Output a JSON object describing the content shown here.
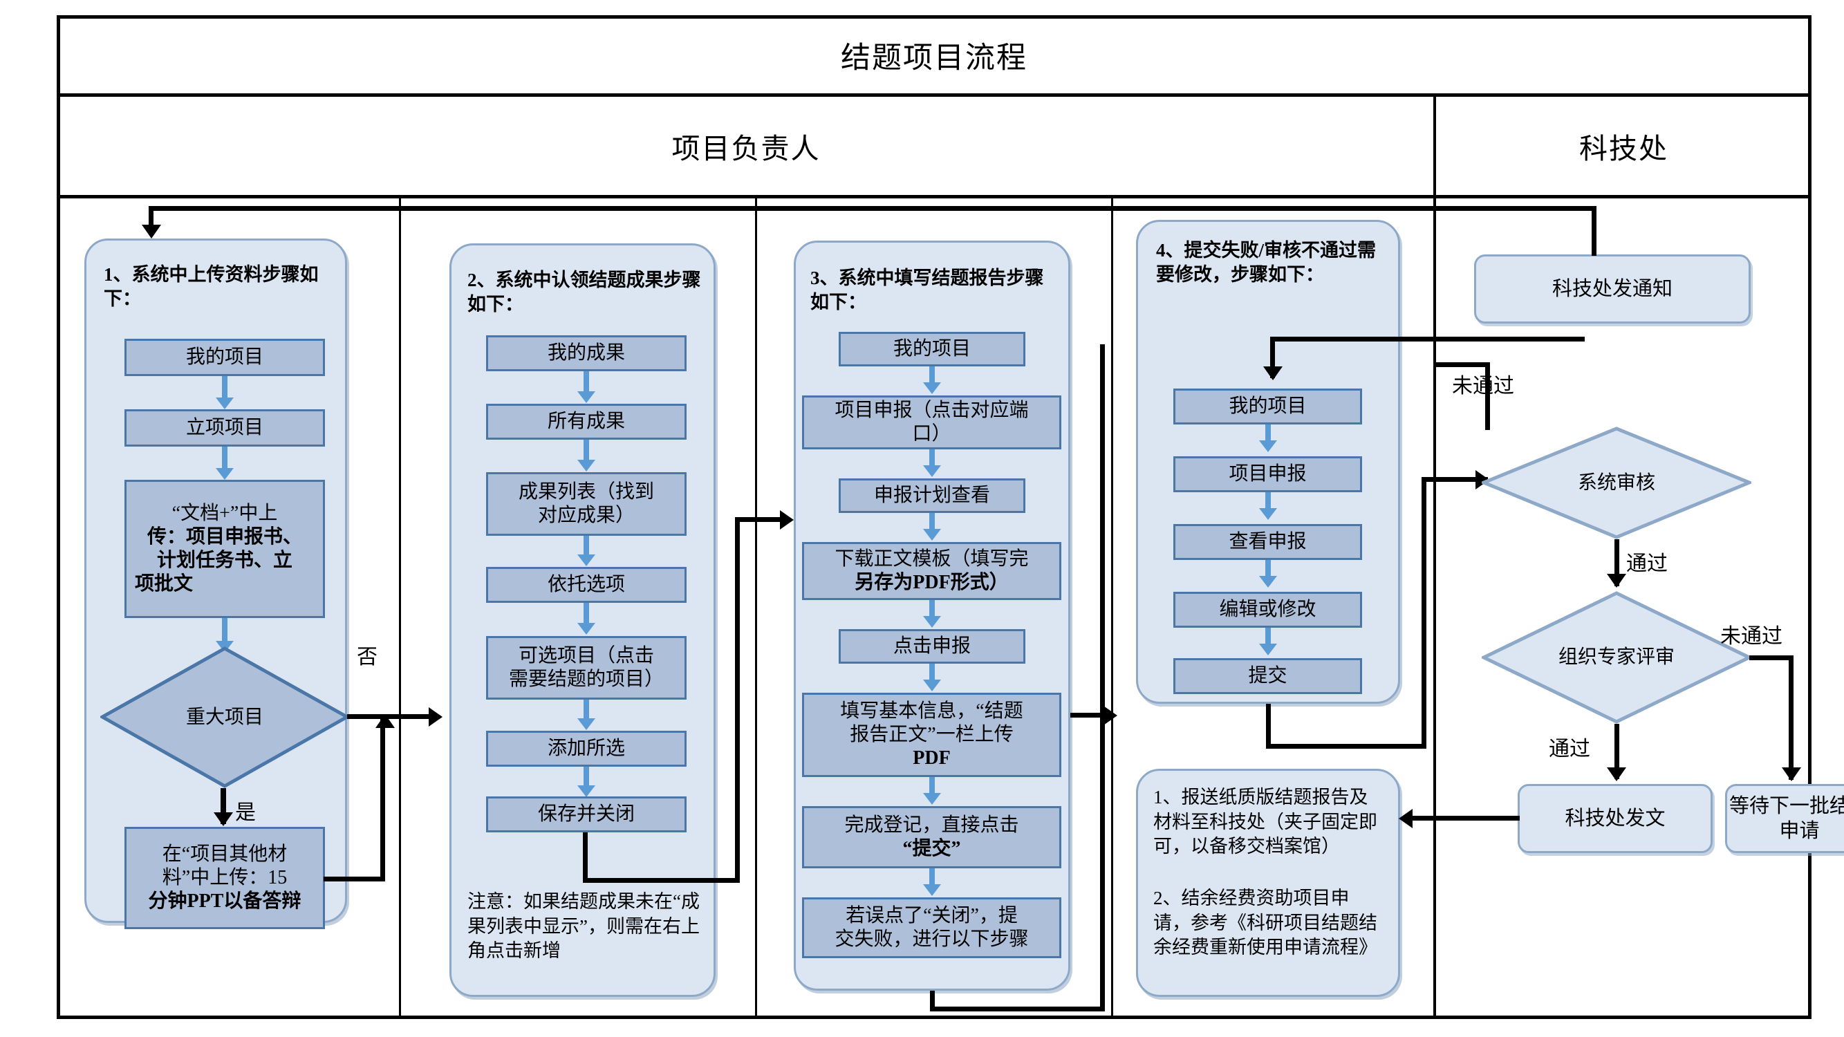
{
  "diagram": {
    "title": "结题项目流程",
    "lanes": [
      {
        "id": "lane-owner",
        "label": "项目负责人"
      },
      {
        "id": "lane-office",
        "label": "科技处"
      }
    ],
    "colors": {
      "group_fill": "#dce6f2",
      "group_border": "#8ea9c8",
      "process_fill": "#adbfd9",
      "process_border": "#4a76a8",
      "connector_blue": "#5b9bd5",
      "connector_black": "#000000"
    },
    "groups": [
      {
        "id": "group-1",
        "heading": "1、系统中上传资料步骤如下：",
        "steps": [
          {
            "id": "g1-s1",
            "text": "我的项目",
            "bold": false
          },
          {
            "id": "g1-s2",
            "text": "立项项目",
            "bold": false
          },
          {
            "id": "g1-s3",
            "lines": [
              "“文档+”中上",
              "传：项目申报书、",
              "计划任务书、立",
              "项批文"
            ],
            "bold": false
          },
          {
            "id": "g1-s4",
            "lines": [
              "在“项目其他材",
              "料”中上传：15",
              "分钟PPT以备答辩"
            ],
            "bold": false
          }
        ],
        "decision": {
          "id": "g1-d1",
          "text": "重大项目"
        },
        "branch_yes": "是",
        "branch_no": "否"
      },
      {
        "id": "group-2",
        "heading": "2、系统中认领结题成果步骤如下：",
        "steps": [
          {
            "id": "g2-s1",
            "text": "我的成果"
          },
          {
            "id": "g2-s2",
            "text": "所有成果"
          },
          {
            "id": "g2-s3",
            "lines": [
              "成果列表（找到",
              "对应成果）"
            ]
          },
          {
            "id": "g2-s4",
            "text": "依托选项"
          },
          {
            "id": "g2-s5",
            "lines": [
              "可选项目（点击",
              "需要结题的项目）"
            ]
          },
          {
            "id": "g2-s6",
            "text": "添加所选"
          },
          {
            "id": "g2-s7",
            "text": "保存并关闭"
          }
        ],
        "note": "注意：如果结题成果未在“成果列表中显示”，则需在右上角点击新增"
      },
      {
        "id": "group-3",
        "heading": "3、系统中填写结题报告步骤如下：",
        "steps": [
          {
            "id": "g3-s1",
            "text": "我的项目"
          },
          {
            "id": "g3-s2",
            "lines": [
              "项目申报（点击对应端",
              "口）"
            ]
          },
          {
            "id": "g3-s3",
            "text": "申报计划查看"
          },
          {
            "id": "g3-s4",
            "lines": [
              "下载正文模板（填写完",
              "另存为PDF形式）"
            ]
          },
          {
            "id": "g3-s5",
            "text": "点击申报"
          },
          {
            "id": "g3-s6",
            "lines": [
              "填写基本信息，“结题",
              "报告正文”一栏上传",
              "PDF"
            ]
          },
          {
            "id": "g3-s7",
            "lines": [
              "完成登记，直接点击",
              "“提交”"
            ]
          },
          {
            "id": "g3-s8",
            "lines": [
              "若误点了“关闭”，提",
              "交失败，进行以下步骤"
            ]
          }
        ]
      },
      {
        "id": "group-4",
        "heading": "4、提交失败/审核不通过需要修改，步骤如下：",
        "steps": [
          {
            "id": "g4-s1",
            "text": "我的项目"
          },
          {
            "id": "g4-s2",
            "text": "项目申报"
          },
          {
            "id": "g4-s3",
            "text": "查看申报"
          },
          {
            "id": "g4-s4",
            "text": "编辑或修改"
          },
          {
            "id": "g4-s5",
            "text": "提交"
          }
        ]
      }
    ],
    "final_notes": {
      "id": "group-5",
      "item1": "1、报送纸质版结题报告及材料至科技处（夹子固定即可，以备移交档案馆）",
      "item2": "2、结余经费资助项目申请，参考《科研项目结题结余经费重新使用申请流程》"
    },
    "office_lane": {
      "notify": "科技处发通知",
      "decision_system": "系统审核",
      "decision_expert": "组织专家评审",
      "publish": "科技处发文",
      "wait": "等待下一批结题申请",
      "labels": {
        "fail_system": "未通过",
        "pass_system": "通过",
        "fail_expert": "未通过",
        "pass_expert": "通过"
      }
    }
  }
}
